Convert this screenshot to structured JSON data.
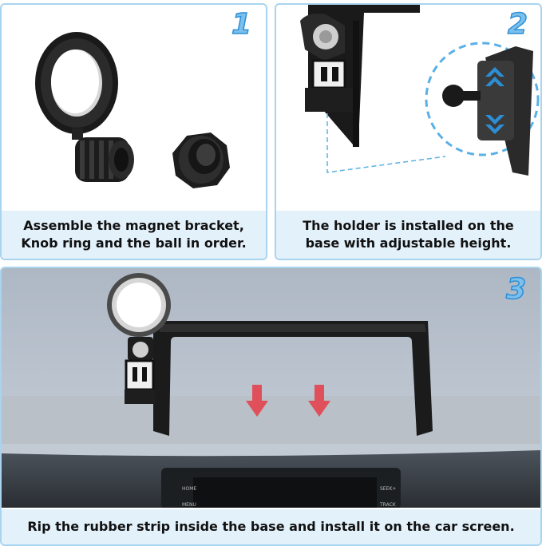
{
  "steps": [
    {
      "number": "1",
      "caption": "Assemble the magnet bracket,\nKnob ring and the ball in order."
    },
    {
      "number": "2",
      "caption": "The holder is installed on the\nbase with adjustable height."
    },
    {
      "number": "3",
      "caption": "Rip the rubber strip inside the base and install it on the car screen."
    }
  ],
  "screen_labels": {
    "home": "HOME",
    "menu": "MENU",
    "seek": "SEEK+",
    "track": "TRACK"
  },
  "colors": {
    "panel_border": "#a9d4ef",
    "caption_bg": "#e3f1fb",
    "number_fill": "#7cc0ec",
    "arrow_red": "#e0505a",
    "accent_blue": "#2c8fd6"
  },
  "icons": [
    "down-arrow-icon",
    "double-chevron-icon"
  ]
}
